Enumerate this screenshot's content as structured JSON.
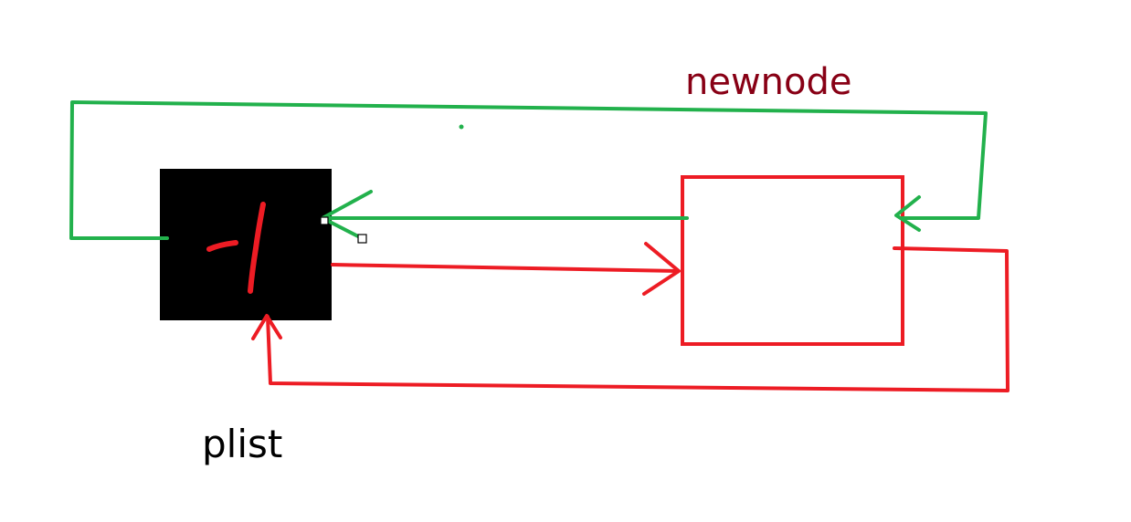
{
  "labels": {
    "newnode": "newnode",
    "plist": "plist"
  },
  "head_node": {
    "fill": "#000000",
    "mark": "-1",
    "mark_color": "#ed1c24"
  },
  "new_node": {
    "stroke": "#ed1c24",
    "fill": "#ffffff"
  },
  "colors": {
    "green": "#22b14c",
    "red": "#ed1c24",
    "newnode_label": "#880015",
    "plist_label": "#000000",
    "background": "#ffffff"
  }
}
